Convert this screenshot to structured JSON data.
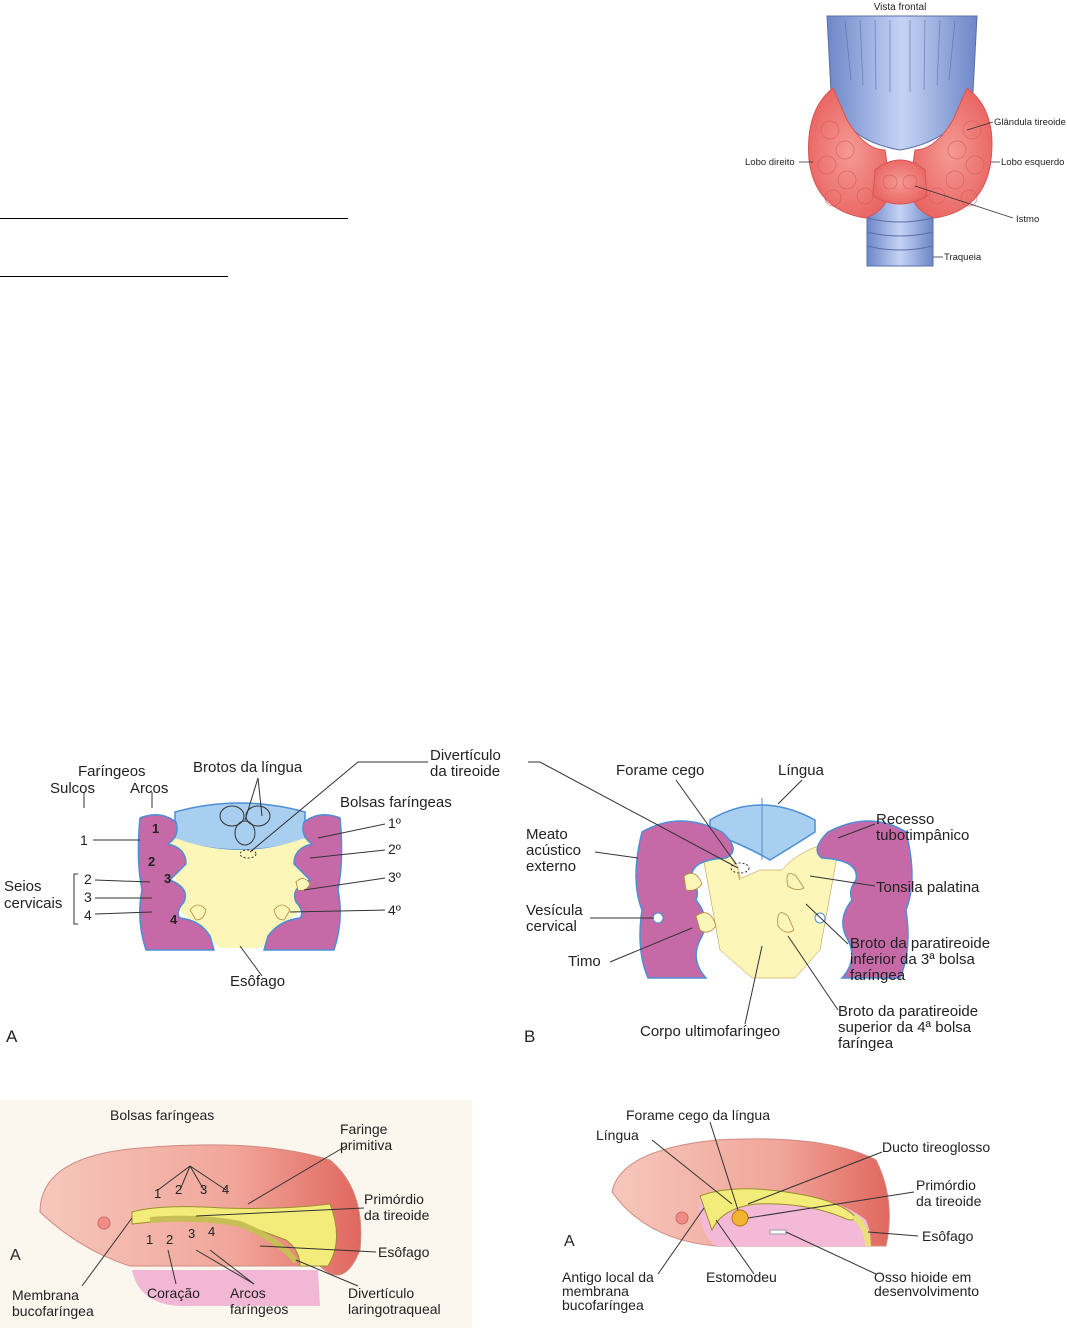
{
  "thyroid": {
    "view": "Vista frontal",
    "gland": "Glândula tireoide",
    "right_lobe": "Lobo direito",
    "left_lobe": "Lobo esquerdo",
    "isthmus": "Istmo",
    "trachea": "Traqueia"
  },
  "pharynx_a": {
    "pharyngeal": "Faríngeos",
    "grooves": "Sulcos",
    "arches": "Arcos",
    "tongue_buds": "Brotos da língua",
    "pouches": "Bolsas faríngeas",
    "diverticulum_1": "Divertículo",
    "diverticulum_2": "da tireoide",
    "sinus_1": "Seios",
    "sinus_2": "cervicais",
    "esophagus": "Esôfago",
    "groove_numbers": [
      "1",
      "2",
      "3",
      "4"
    ],
    "arch_numbers": [
      "1",
      "2",
      "3",
      "4"
    ],
    "pouch_numbers": [
      "1º",
      "2º",
      "3º",
      "4º"
    ],
    "panel": "A"
  },
  "pharynx_b": {
    "foramen": "Forame cego",
    "tongue": "Língua",
    "recess_1": "Recesso",
    "recess_2": "tubotimpânico",
    "meatus_1": "Meato",
    "meatus_2": "acústico",
    "meatus_3": "externo",
    "tonsil": "Tonsila palatina",
    "vesicle_1": "Vesícula",
    "vesicle_2": "cervical",
    "thymus": "Timo",
    "para_inf_1": "Broto da paratireoide",
    "para_inf_2": "inferior da 3ª bolsa",
    "para_inf_3": "faríngea",
    "para_sup_1": "Broto da paratireoide",
    "para_sup_2": "superior da 4ª bolsa",
    "para_sup_3": "faríngea",
    "ultimo": "Corpo ultimofaríngeo",
    "panel": "B"
  },
  "embryo_left": {
    "pouches": "Bolsas faríngeas",
    "pharynx_1": "Faringe",
    "pharynx_2": "primitiva",
    "primordium_1": "Primórdio",
    "primordium_2": "da tireoide",
    "esophagus": "Esôfago",
    "membrane_1": "Membrana",
    "membrane_2": "bucofaríngea",
    "heart": "Coração",
    "arches_1": "Arcos",
    "arches_2": "faríngeos",
    "diverticulum_1": "Divertículo",
    "diverticulum_2": "laringotraqueal",
    "pouch_numbers": [
      "1",
      "2",
      "3",
      "4"
    ],
    "arch_numbers": [
      "1",
      "2",
      "3",
      "4"
    ],
    "panel": "A"
  },
  "embryo_right": {
    "foramen": "Forame cego da língua",
    "tongue": "Língua",
    "duct": "Ducto tireoglosso",
    "primordium_1": "Primórdio",
    "primordium_2": "da tireoide",
    "esophagus": "Esôfago",
    "former_1": "Antigo local da",
    "former_2": "membrana",
    "former_3": "bucofaríngea",
    "stomodeum": "Estomodeu",
    "hyoid_1": "Osso hioide em",
    "hyoid_2": "desenvolvimento",
    "panel": "A"
  },
  "colors": {
    "trachea": "#8fa6e0",
    "gland": "#f07a7a",
    "arch": "#c56aa6",
    "endoderm": "#fcf6b8",
    "tongue": "#a9cff0",
    "outline": "#4c8fd6",
    "embryo": "#f3b2a6",
    "heart": "#f1b7d4",
    "endo_yellow": "#f3ec7a"
  }
}
